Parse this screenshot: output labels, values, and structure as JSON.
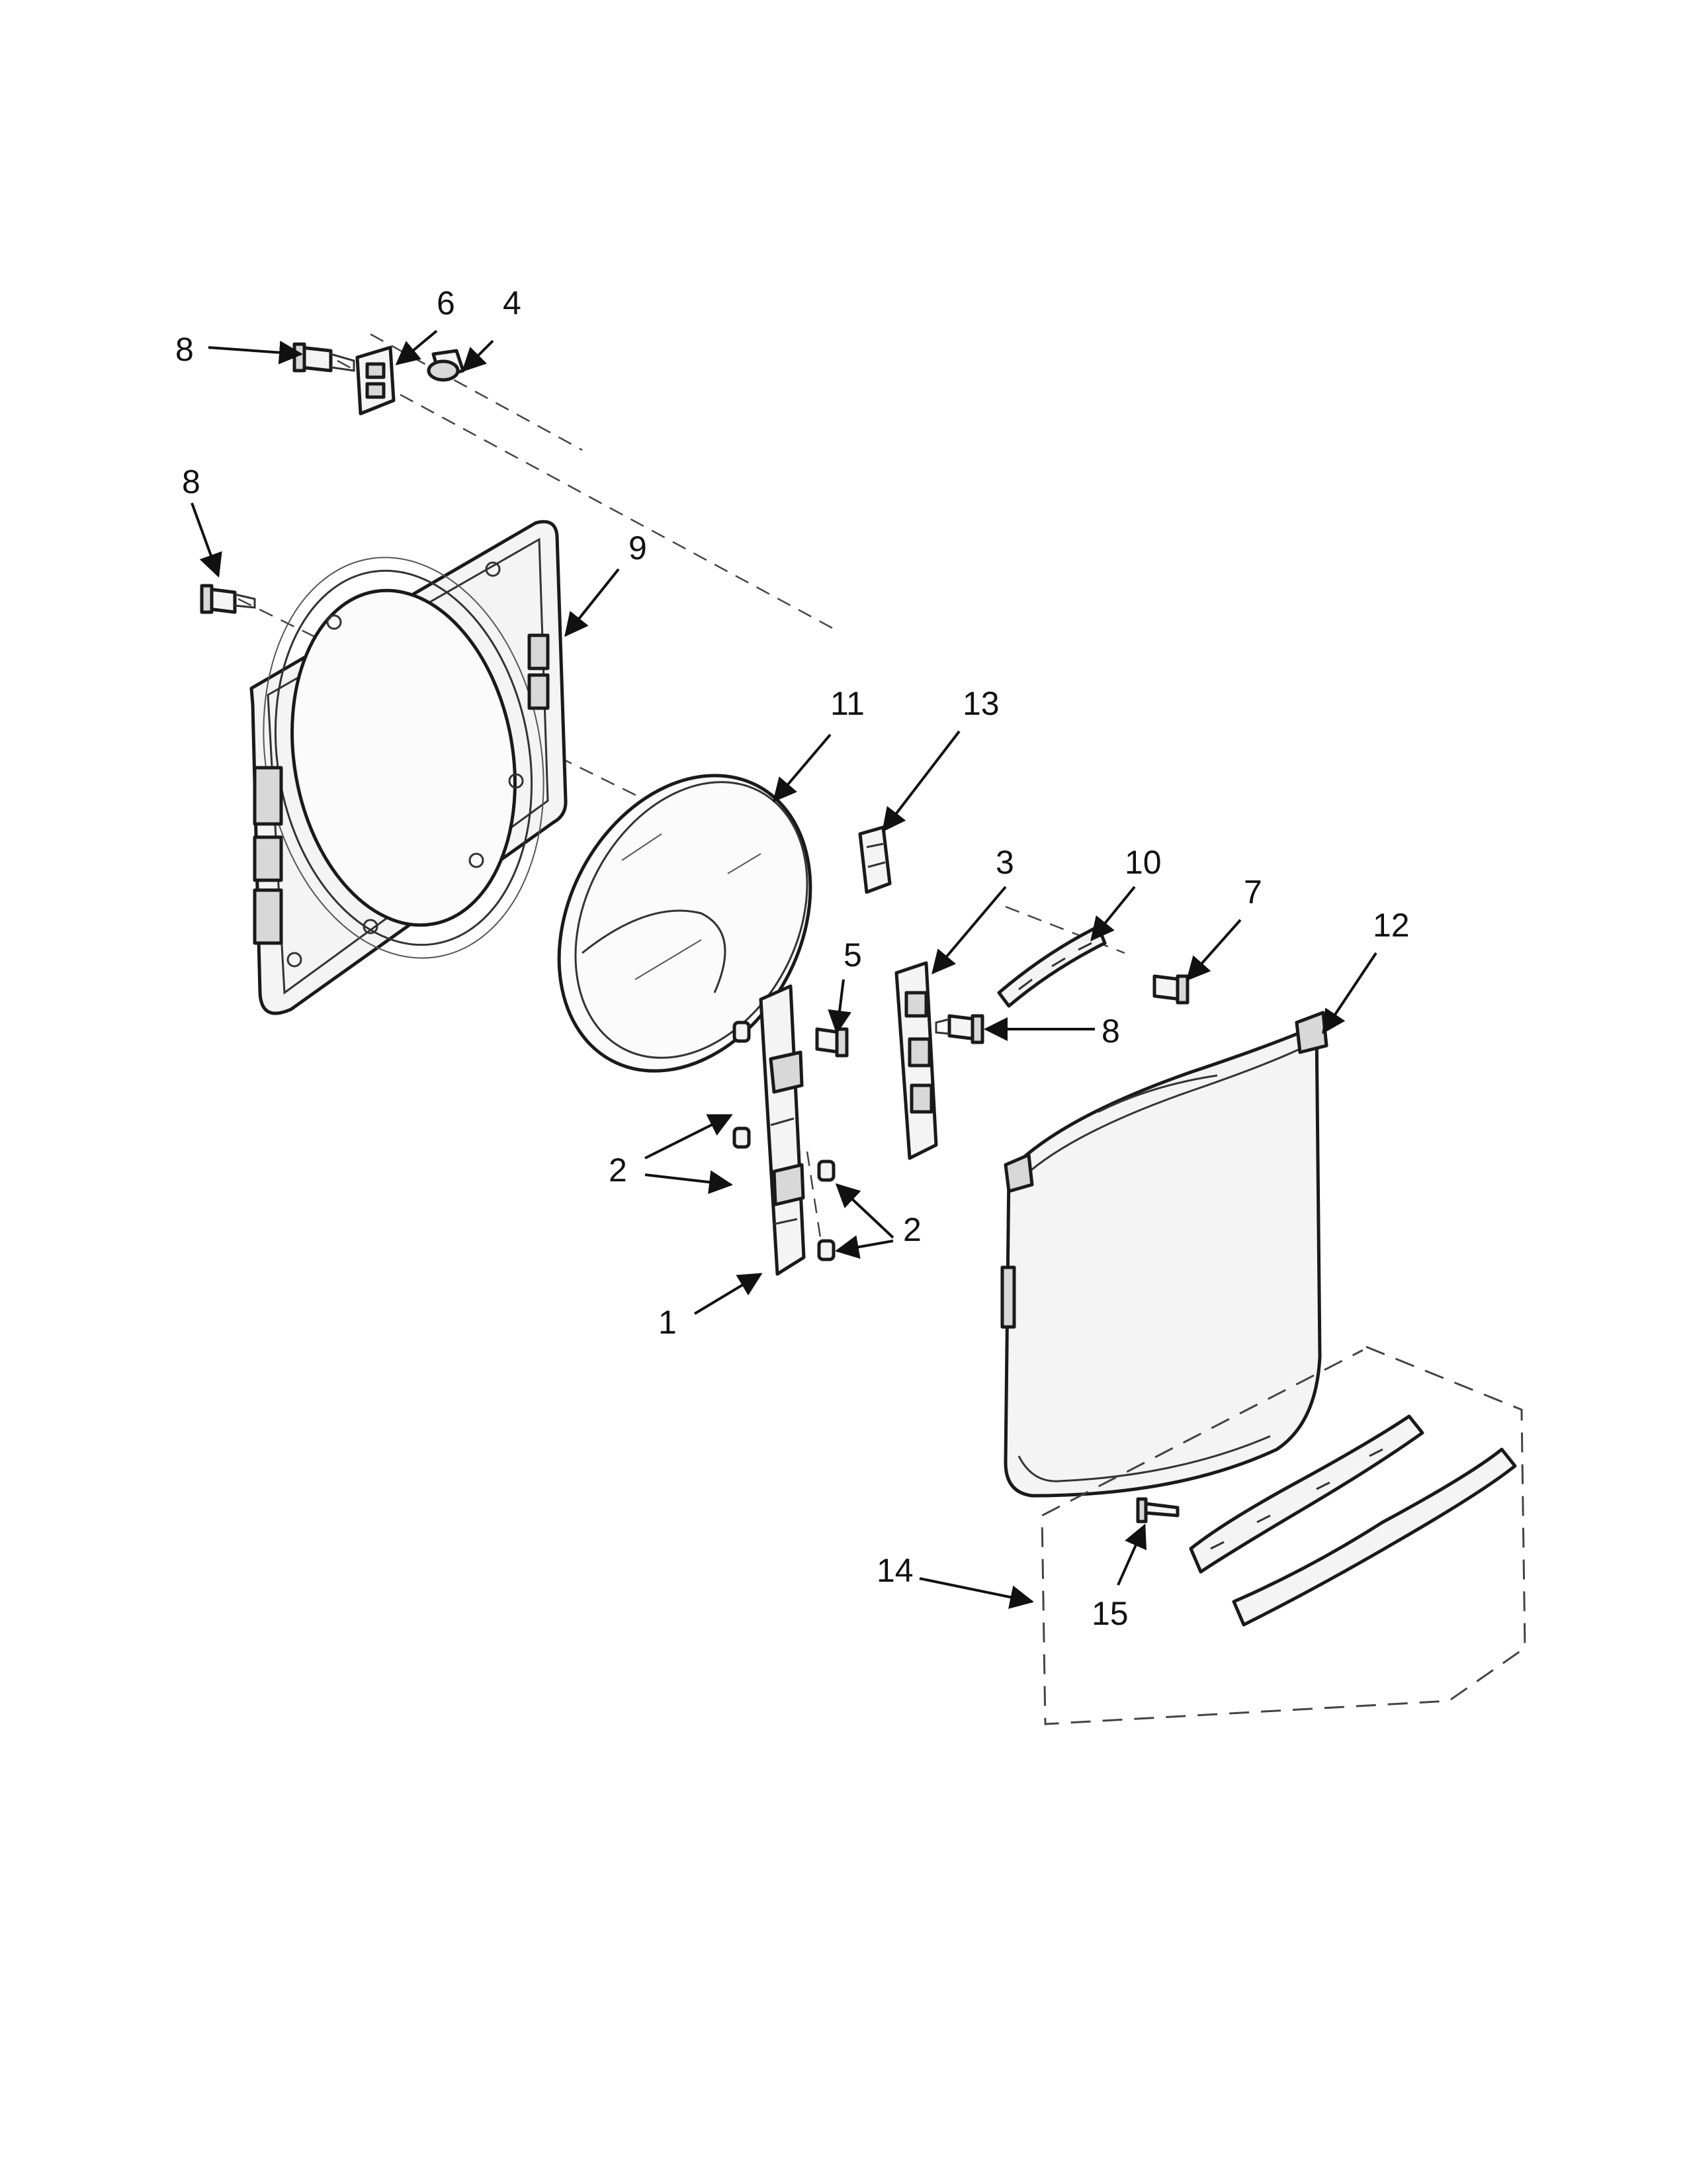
{
  "callouts": {
    "frame": "9",
    "screw_upper": "8",
    "screw_left": "8",
    "screw_right": "8",
    "strike": "6",
    "bumper": "4",
    "inner_glass": "11",
    "handle_insert": "13",
    "hinge_plate": "3",
    "hinge_screw": "5",
    "hinge": "1",
    "spacer_a": "2",
    "spacer_b": "2",
    "trim": "10",
    "trim_screw": "7",
    "outer_door": "12",
    "handle_kit": "14",
    "handle_screw": "15"
  }
}
